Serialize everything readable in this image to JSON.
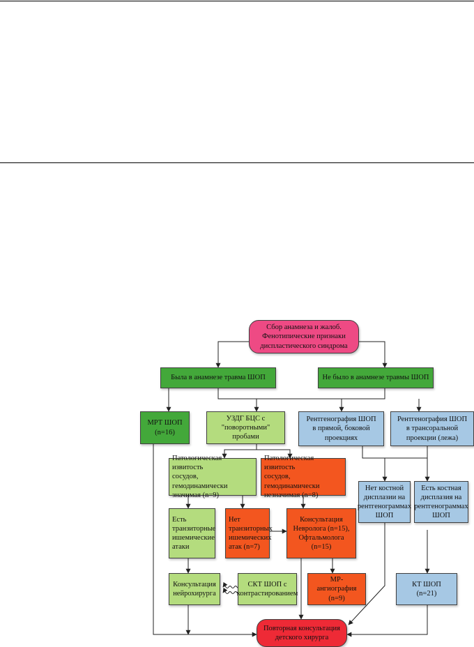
{
  "flowchart": {
    "start": "Сбор анамнеза и жалоб.\nФенотипические признаки\nдиспластического синдрома",
    "trauma_yes": "Была в анамнезе травма ШОП",
    "trauma_no": "Не было в анамнезе травмы ШОП",
    "mri": "МРТ ШОП\n(n=16)",
    "uzdg": "УЗДГ БЦС с\n\"поворотными\" пробами",
    "xray_frontal": "Рентгенография ШОП\nв прямой, боковой\nпроекциях",
    "xray_transoral": "Рентгенография ШОП\nв трансоральной\nпроекции (лежа)",
    "tortuosity_significant": "Патологическая извитость\nсосудов, гемодинамически\nзначимая (n=9)",
    "tortuosity_insignificant": "Патологическая извитость\nсосудов, гемодинамически\nнезначимая (n=8)",
    "no_dysplasia": "Нет костной\nдисплазии на\nрентгенограммах\nШОП",
    "dysplasia": "Есть костная\nдисплазия на\nрентгенограммах\nШОП",
    "tia_yes": "Есть\nтранзиторные\nишемические\nатаки",
    "tia_no": "Нет\nтранзиторных\nишемических\nатак (n=7)",
    "consult_neuro": "Консультация\nНевролога (n=15),\nОфтальмолога (n=15)",
    "neurosurgeon": "Консультация\nнейрохирурга",
    "sct": "СКТ ШОП с\nконтрастированием",
    "mr_angio": "МР-ангиография\n(n=9)",
    "ct": "КТ  ШОП\n(n=21)",
    "final": "Повторная консультация\nдетского хирурга"
  },
  "colors": {
    "dark_green": "#43a83a",
    "light_green": "#b4dc7e",
    "orange": "#f3561f",
    "blue": "#a6c8e4",
    "pink": "#ee4a84",
    "red": "#ee2a36"
  }
}
